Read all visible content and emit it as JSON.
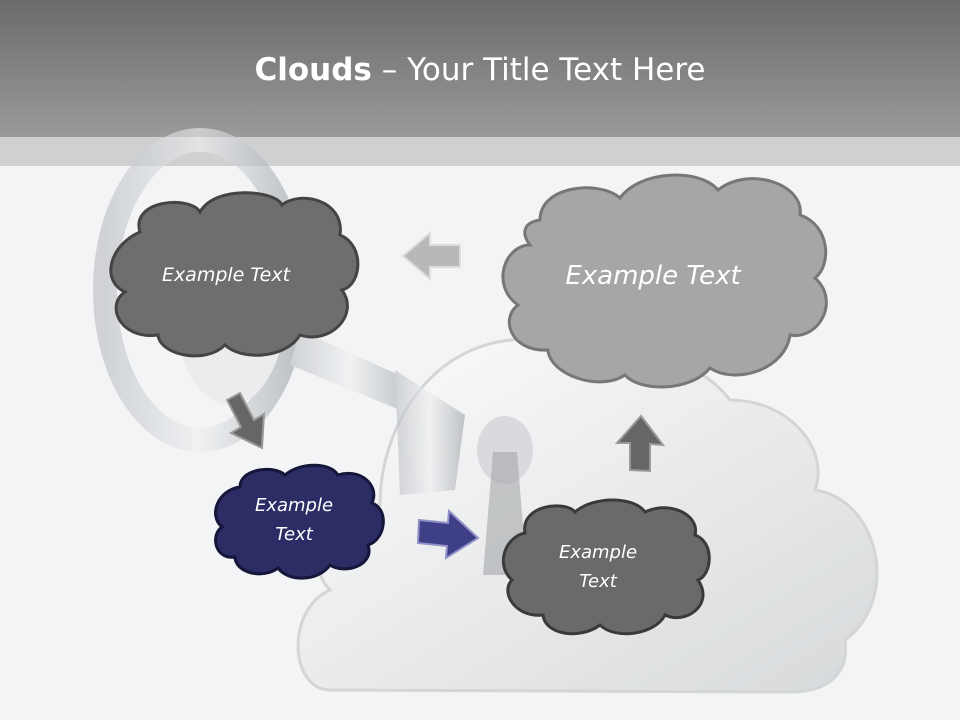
{
  "slide": {
    "title_bold": "Clouds",
    "title_dash": " – ",
    "title_rest": "Your Title Text Here"
  },
  "clouds": [
    {
      "id": "top-left",
      "text": "Example Text",
      "color": "#6e6e6e"
    },
    {
      "id": "top-right",
      "text": "Example Text",
      "color": "#a6a6a6"
    },
    {
      "id": "middle-left",
      "lines": [
        "Example",
        "Text"
      ],
      "color": "#2b2d64"
    },
    {
      "id": "bottom-right",
      "lines": [
        "Example",
        "Text"
      ],
      "color": "#6a6a6a"
    }
  ],
  "arrows": [
    {
      "id": "left-arrow",
      "color": "#b8b8b8"
    },
    {
      "id": "down-arrow",
      "color": "#666666"
    },
    {
      "id": "right-arrow",
      "color": "#3e3f86"
    },
    {
      "id": "up-arrow",
      "color": "#666666"
    }
  ],
  "background_image": "cloud-with-key-and-keyhole"
}
